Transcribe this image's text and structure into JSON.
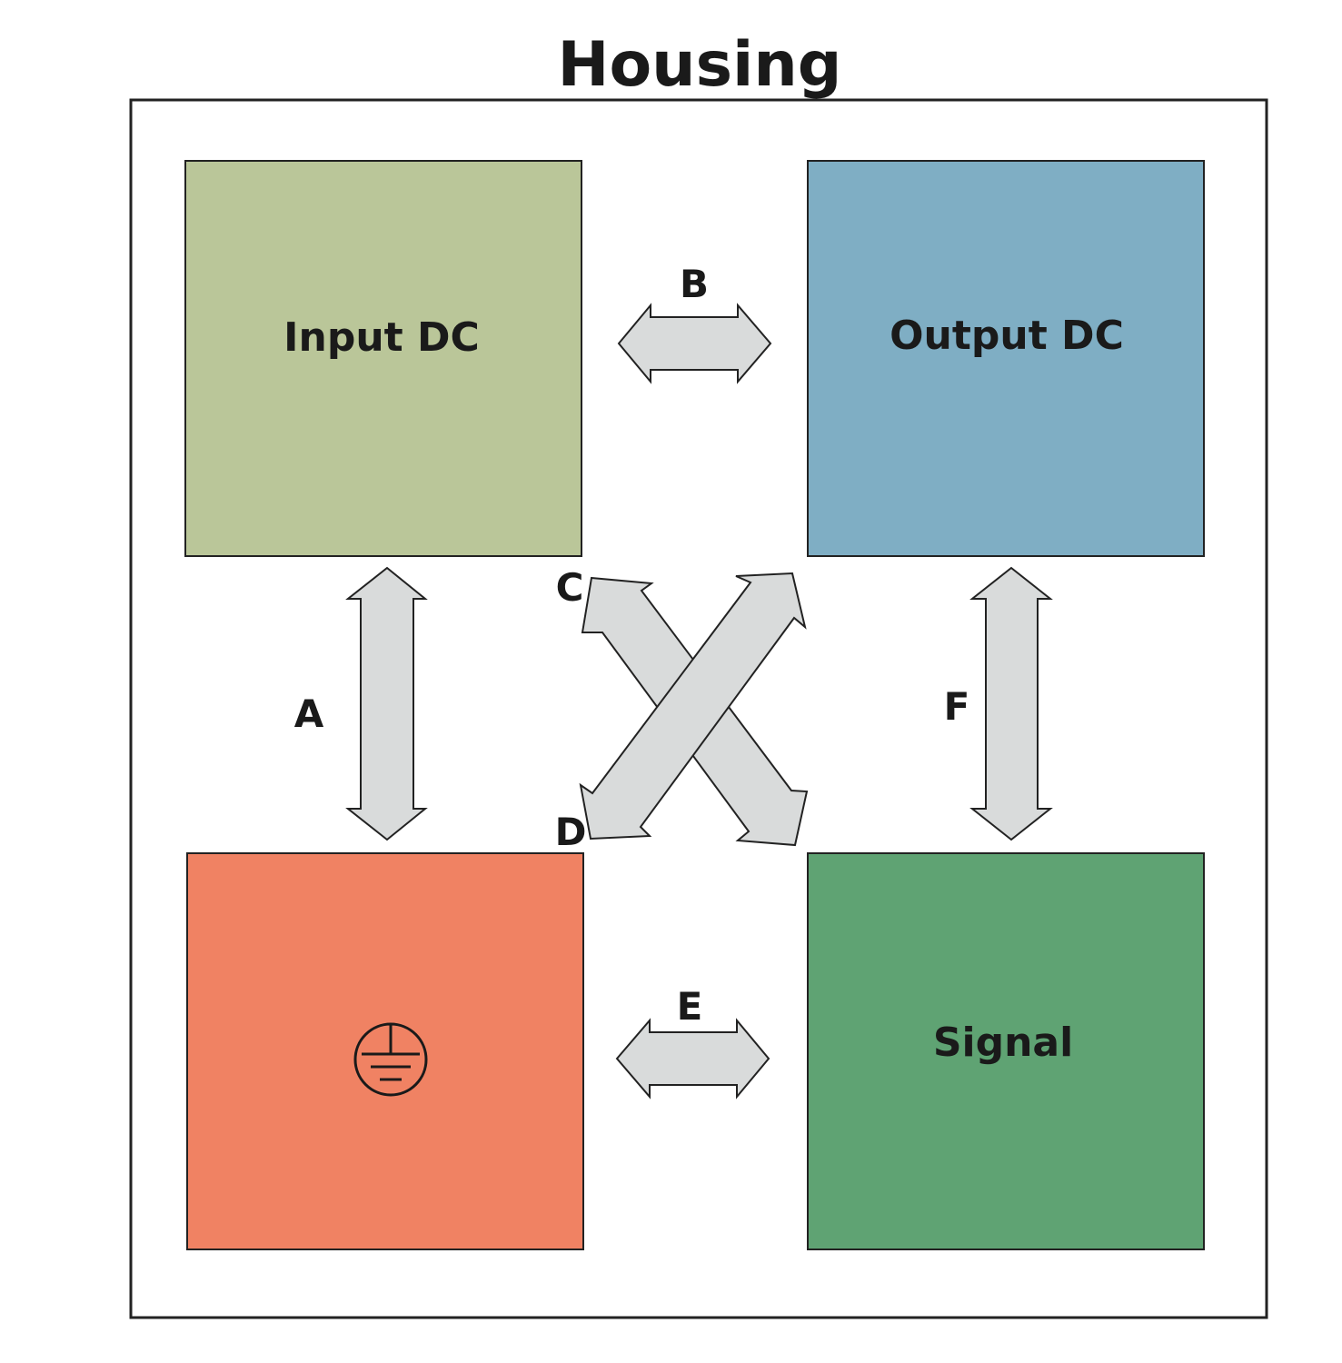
{
  "title": "Housing",
  "colors": {
    "input_dc": "#bac699",
    "output_dc": "#7faec4",
    "ground": "#f08263",
    "signal": "#5fa373",
    "arrow": "#d9dbdb",
    "stroke": "#222222"
  },
  "blocks": {
    "input_dc": {
      "label": "Input DC"
    },
    "output_dc": {
      "label": "Output DC"
    },
    "ground": {
      "icon": "ground-icon"
    },
    "signal": {
      "label": "Signal"
    }
  },
  "connections": {
    "A": {
      "label": "A",
      "from": "Input DC",
      "to": "ground"
    },
    "B": {
      "label": "B",
      "from": "Input DC",
      "to": "Output DC"
    },
    "C": {
      "label": "C",
      "from": "Signal",
      "to": "Input DC"
    },
    "D": {
      "label": "D",
      "from": "Output DC",
      "to": "ground"
    },
    "E": {
      "label": "E",
      "from": "ground",
      "to": "Signal"
    },
    "F": {
      "label": "F",
      "from": "Output DC",
      "to": "Signal"
    }
  }
}
